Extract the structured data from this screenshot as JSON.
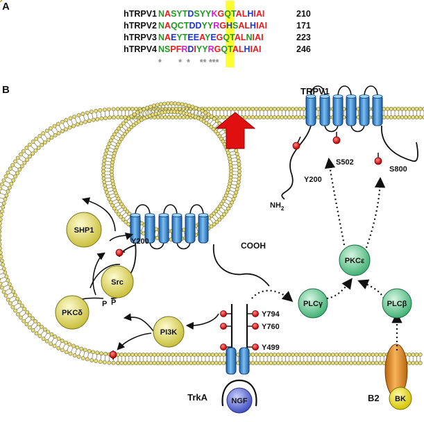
{
  "panel_a": {
    "label": "A",
    "rows": [
      {
        "name": "hTRPV1",
        "seq": "NASYTDSYYKGQTALHIAI",
        "num": "210"
      },
      {
        "name": "hTRPV2",
        "seq": "NAQCTDDYYRGHSALHIAI",
        "num": "171"
      },
      {
        "name": "hTRPV3",
        "seq": "NAEYTEEAYEGQTALNIAI",
        "num": "223"
      },
      {
        "name": "hTRPV4",
        "seq": "NSPFRDIYYRGQTALHIAI",
        "num": "246"
      }
    ],
    "conservation": "*       *  *    ** ***",
    "colors": {
      "hydrophobic": "#e81c1c",
      "polar": "#1f9b1f",
      "acidic": "#1c36d8",
      "basic": "#d51fd5",
      "highlight": "#ffff33"
    }
  },
  "panel_b": {
    "label": "B",
    "trpv1": "TRPV1",
    "sites_surface": [
      "Y200",
      "S502",
      "S800"
    ],
    "nh2_main": "NH",
    "nh2_sub": "2",
    "y200_vesicle": "Y200",
    "cooh": "COOH",
    "p1": "P",
    "p2": "P",
    "trka": "TrkA",
    "ngf": "NGF",
    "trka_sites": [
      "Y794",
      "Y760",
      "Y499"
    ],
    "b2": "B2",
    "bk": "BK",
    "nodes": {
      "shp1": "SHP1",
      "src": "Src",
      "pkcd": "PKCδ",
      "pi3k": "PI3K",
      "plcg": "PLCγ",
      "pkce": "PKCε",
      "plcb": "PLCβ"
    },
    "colors": {
      "membrane_head": "#e6dd80",
      "membrane_edge": "#6b6420",
      "channel": "#3b8fd6",
      "yellow_node": "#d8d24a",
      "green_node": "#5ec58a",
      "ngf": "#5566cc",
      "b2": "#e28a1e",
      "bk": "#e5d81a",
      "arrow": "#e01010",
      "phospho": "#e01a1a"
    }
  }
}
